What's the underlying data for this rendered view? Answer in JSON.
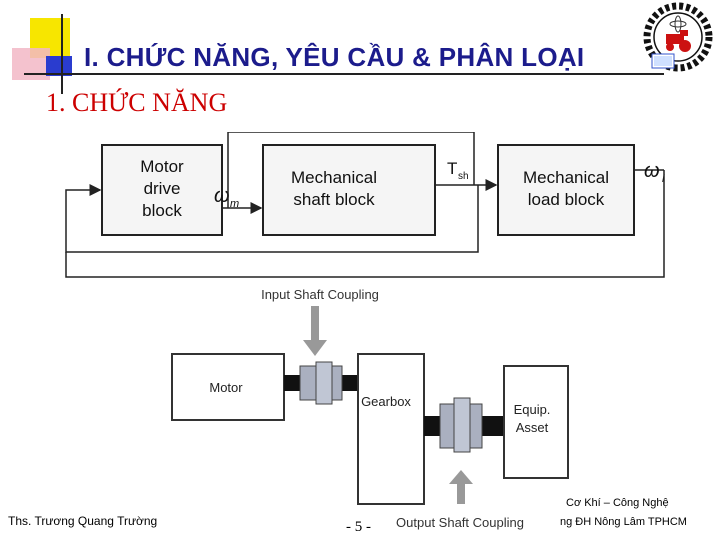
{
  "slide": {
    "title": "I. CHỨC NĂNG, YÊU CẦU & PHÂN LOẠI",
    "subtitle": "1. CHỨC NĂNG"
  },
  "block_diagram": {
    "motor_block": [
      "Motor",
      "drive",
      "block"
    ],
    "shaft_block": [
      "Mechanical",
      "shaft block"
    ],
    "load_block": [
      "Mechanical",
      "load block"
    ],
    "omega_m": "ω",
    "omega_m_sub": "m",
    "t_sh": "T",
    "t_sh_sub": "sh",
    "omega_l": "ω",
    "omega_l_sub": "l"
  },
  "coupling_diagram": {
    "input_label": "Input Shaft Coupling",
    "output_label": "Output Shaft Coupling",
    "motor": "Motor",
    "gearbox": "Gearbox",
    "equip": [
      "Equip.",
      "Asset"
    ]
  },
  "footer": {
    "author": "Ths. Trương Quang Trường",
    "page": "- 5 -",
    "dept": "Cơ Khí – Công Nghệ",
    "school": "ng ĐH Nông Lâm TPHCM"
  },
  "colors": {
    "title": "#1c1c8c",
    "subtitle": "#cc0000",
    "block_fill": "#f5f5f5"
  }
}
